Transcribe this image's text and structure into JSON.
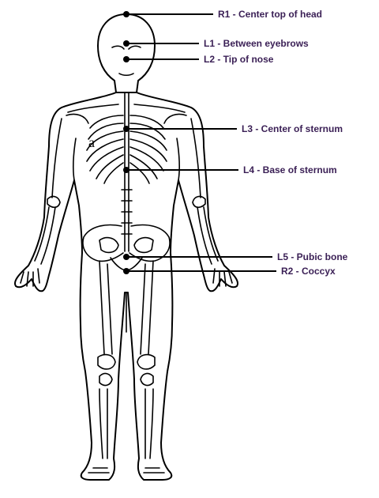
{
  "stray_text": "a",
  "colors": {
    "label": "#3a1f55",
    "line": "#000000"
  },
  "points": [
    {
      "code": "R1",
      "name": "Center top of head",
      "text": "R1 - Center top of head"
    },
    {
      "code": "L1",
      "name": "Between eyebrows",
      "text": "L1 - Between eyebrows"
    },
    {
      "code": "L2",
      "name": "Tip of nose",
      "text": "L2 - Tip of nose"
    },
    {
      "code": "L3",
      "name": "Center of sternum",
      "text": "L3 - Center of sternum"
    },
    {
      "code": "L4",
      "name": "Base of sternum",
      "text": "L4 - Base of sternum"
    },
    {
      "code": "L5",
      "name": "Pubic bone",
      "text": "L5 - Pubic bone"
    },
    {
      "code": "R2",
      "name": "Coccyx",
      "text": "R2 - Coccyx"
    }
  ]
}
